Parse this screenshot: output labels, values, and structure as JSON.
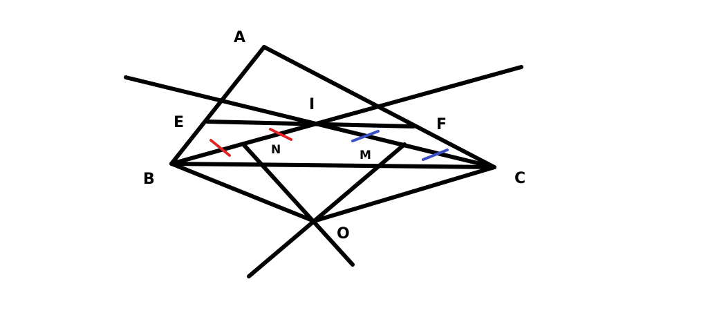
{
  "points": {
    "A": "A",
    "B": "B",
    "C": "C",
    "E": "E",
    "F": "F",
    "I": "I",
    "M": "M",
    "N": "N",
    "O": "O"
  },
  "colors": {
    "line": "#000000",
    "tick_red": "#e02424",
    "tick_blue": "#3b4fc4",
    "background": "#ffffff"
  }
}
